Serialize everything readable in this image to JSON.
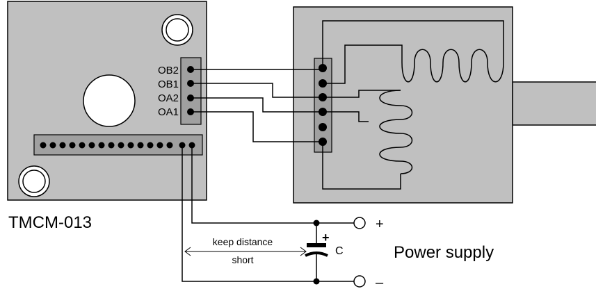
{
  "module": {
    "name": "TMCM-013",
    "pins": [
      "OB2",
      "OB1",
      "OA2",
      "OA1"
    ]
  },
  "supply": {
    "title": "Power supply",
    "plus": "+",
    "minus": "–"
  },
  "capacitor": {
    "label": "C",
    "polarity": "+"
  },
  "note": {
    "line1": "keep distance",
    "line2": "short"
  }
}
